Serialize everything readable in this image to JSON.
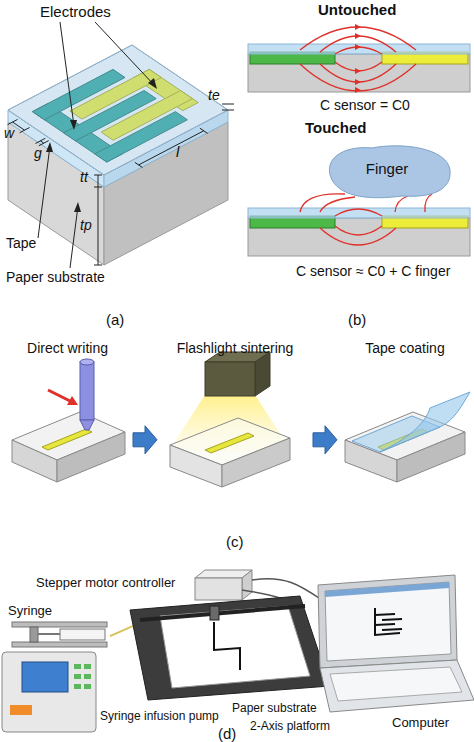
{
  "diagram": {
    "nodes": [
      {
        "text": [
          "Finger"
        ]
      },
      {
        "text": [
          "Direct writing"
        ]
      },
      {
        "text": [
          "Flashlight sintering"
        ]
      },
      {
        "text": [
          "Tape coating"
        ]
      }
    ],
    "edges": [
      {
        "from": 1,
        "to": 2,
        "arrow": "to"
      },
      {
        "from": 2,
        "to": 3,
        "arrow": "to"
      }
    ],
    "labels": [
      "Electrodes",
      "l",
      "w",
      "g",
      "te",
      "tt",
      "tp",
      "Tape",
      "Paper substrate",
      "(a)",
      "Untouched",
      "C sensor = C0",
      "Touched",
      "C sensor ≈ C0 + C finger",
      "(b)",
      "(c)",
      "Stepper motor controller",
      "Syringe",
      "Computer",
      "Syringe infusion pump",
      "Paper substrate",
      "2-Axis platform",
      "(d)"
    ]
  }
}
